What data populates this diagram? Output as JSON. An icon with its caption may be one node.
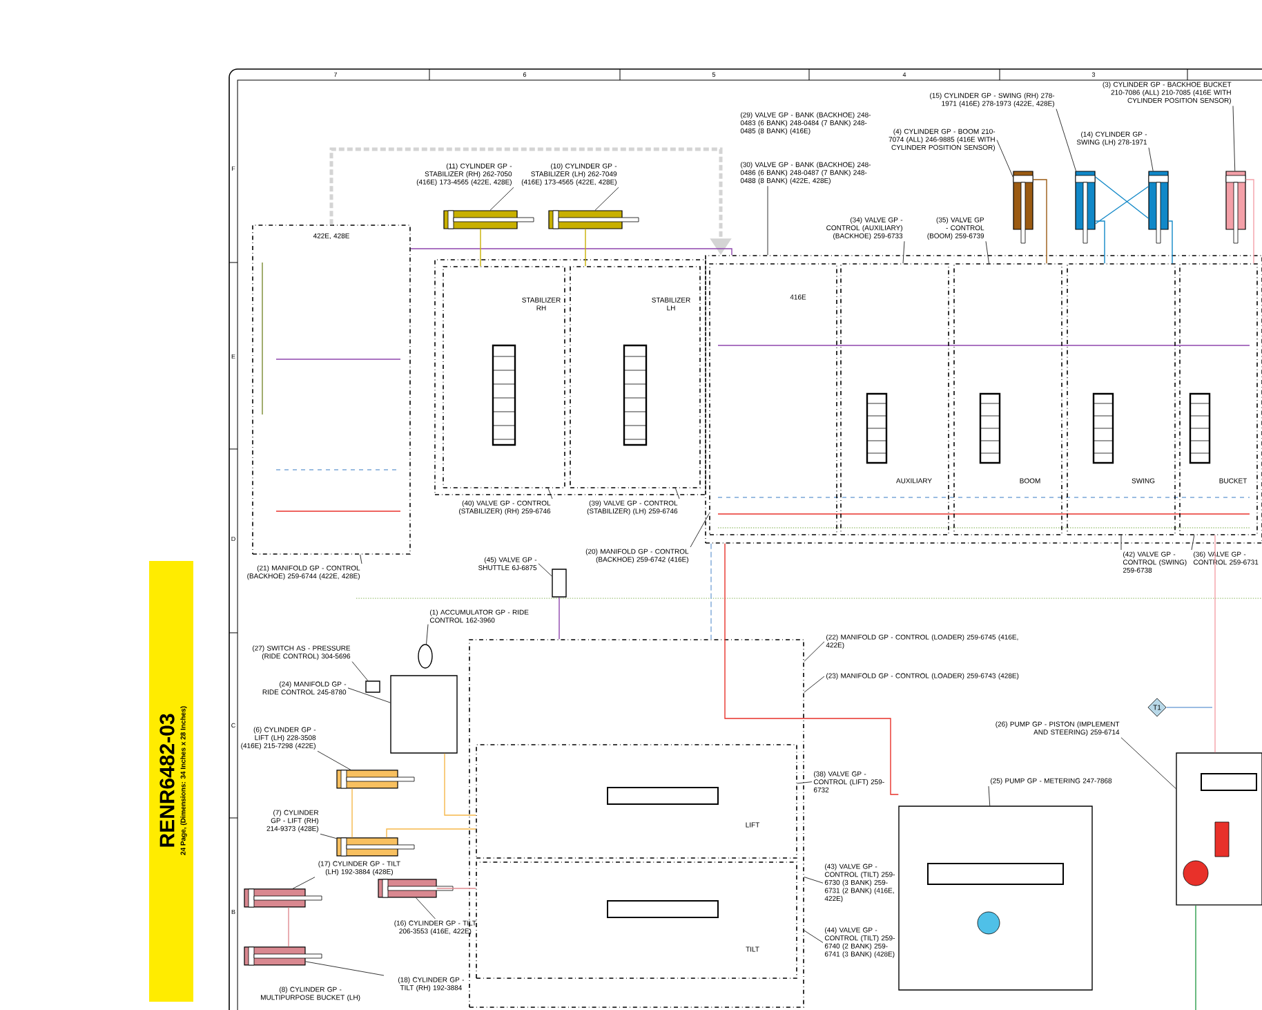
{
  "diagram": {
    "nodes": [
      {
        "text": [
          "(11) CYLINDER GP - STABILIZER (RH) 262-7050 (416E) 173-4565 (422E, 428E)"
        ]
      },
      {
        "text": [
          "(10) CYLINDER GP - STABILIZER (LH) 262-7049 (416E) 173-4565 (422E, 428E)"
        ]
      },
      {
        "text": [
          "(29) VALVE GP - BANK (BACKHOE) 248-0483 (6 BANK) 248-0484 (7 BANK) 248-0485 (8 BANK) (416E)"
        ]
      },
      {
        "text": [
          "(30) VALVE GP - BANK (BACKHOE) 248-0486 (6 BANK) 248-0487 (7 BANK) 248-0488 (8 BANK) (422E, 428E)"
        ]
      },
      {
        "text": [
          "(4) CYLINDER GP - BOOM 210-7074 (ALL) 246-9885 (416E WITH CYLINDER POSITION SENSOR)"
        ]
      },
      {
        "text": [
          "(15) CYLINDER GP - SWING (RH) 278-1971 (416E) 278-1973 (422E, 428E)"
        ]
      },
      {
        "text": [
          "(14) CYLINDER GP - SWING (LH) 278-1971"
        ]
      },
      {
        "text": [
          "(3) CYLINDER GP - BACKHOE BUCKET 210-7086 (ALL) 210-7085 (416E WITH CYLINDER POSITION SENSOR)"
        ]
      },
      {
        "text": [
          "(34) VALVE GP - CONTROL (AUXILIARY) (BACKHOE) 259-6733"
        ]
      },
      {
        "text": [
          "(35) VALVE GP - CONTROL (BOOM) 259-6739"
        ]
      },
      {
        "text": [
          "(40) VALVE GP - CONTROL (STABILIZER) (RH) 259-6746"
        ]
      },
      {
        "text": [
          "(39) VALVE GP - CONTROL (STABILIZER) (LH) 259-6746"
        ]
      },
      {
        "text": [
          "(21) MANIFOLD GP - CONTROL (BACKHOE) 259-6744 (422E, 428E)"
        ]
      },
      {
        "text": [
          "(20) MANIFOLD GP - CONTROL (BACKHOE) 259-6742 (416E)"
        ]
      },
      {
        "text": [
          "(45) VALVE GP - SHUTTLE 6J-6875"
        ]
      },
      {
        "text": [
          "(42) VALVE GP - CONTROL (SWING) 259-6738"
        ]
      },
      {
        "text": [
          "(36) VALVE GP - CONTROL 259-6731"
        ]
      },
      {
        "text": [
          "(1) ACCUMULATOR GP - RIDE CONTROL 162-3960"
        ]
      },
      {
        "text": [
          "(27) SWITCH AS - PRESSURE (RIDE CONTROL) 304-5696"
        ]
      },
      {
        "text": [
          "(24) MANIFOLD GP - RIDE CONTROL 245-8780"
        ]
      },
      {
        "text": [
          "(6) CYLINDER GP - LIFT (LH) 228-3508 (416E) 215-7298 (422E)"
        ]
      },
      {
        "text": [
          "(7) CYLINDER GP - LIFT (RH) 214-9373 (428E)"
        ]
      },
      {
        "text": [
          "(17) CYLINDER GP - TILT (LH) 192-3884 (428E)"
        ]
      },
      {
        "text": [
          "(16) CYLINDER GP - TILT 206-3553 (416E, 422E)"
        ]
      },
      {
        "text": [
          "(18) CYLINDER GP - TILT (RH) 192-3884"
        ]
      },
      {
        "text": [
          "(8) CYLINDER GP - MULTIPURPOSE BUCKET (LH)"
        ]
      },
      {
        "text": [
          "(22) MANIFOLD GP - CONTROL (LOADER) 259-6745 (416E, 422E)"
        ]
      },
      {
        "text": [
          "(23) MANIFOLD GP - CONTROL (LOADER) 259-6743 (428E)"
        ]
      },
      {
        "text": [
          "(38) VALVE GP - CONTROL (LIFT) 259-6732"
        ]
      },
      {
        "text": [
          "(25) PUMP GP - METERING 247-7868"
        ]
      },
      {
        "text": [
          "(26) PUMP GP - PISTON (IMPLEMENT AND STEERING) 259-6714"
        ]
      },
      {
        "text": [
          "(43) VALVE GP - CONTROL (TILT) 259-6730 (3 BANK) 259-6731 (2 BANK) (416E, 422E)"
        ]
      },
      {
        "text": [
          "(44) VALVE GP - CONTROL (TILT) 259-6740 (2 BANK) 259-6741 (3 BANK) (428E)"
        ]
      },
      {
        "text": [],
        "shape": "cylinder"
      },
      {
        "text": [],
        "shape": "cylinder"
      },
      {
        "text": [],
        "shape": "cylinder"
      },
      {
        "text": [],
        "shape": "cylinder"
      },
      {
        "text": [],
        "shape": "cylinder"
      },
      {
        "text": [],
        "shape": "cylinder"
      },
      {
        "text": [
          "422E, 428E"
        ]
      },
      {
        "text": [],
        "shape": "box"
      },
      {
        "text": [
          "STABILIZER RH"
        ],
        "in": 40
      },
      {
        "text": [
          "STABILIZER LH"
        ],
        "in": 40
      },
      {
        "text": [],
        "shape": "box"
      },
      {
        "text": [
          "416E"
        ],
        "in": 43
      },
      {
        "text": [
          "AUXILIARY"
        ],
        "in": 43
      },
      {
        "text": [
          "BOOM"
        ],
        "in": 43
      },
      {
        "text": [
          "SWING"
        ],
        "in": 43
      },
      {
        "text": [
          "BUCKET"
        ],
        "in": 43
      },
      {
        "text": [],
        "shape": "box"
      },
      {
        "text": [],
        "shape": "circle"
      },
      {
        "text": [],
        "shape": "box"
      },
      {
        "text": [],
        "shape": "box"
      },
      {
        "text": [],
        "shape": "cylinder"
      },
      {
        "text": [],
        "shape": "cylinder"
      },
      {
        "text": [],
        "shape": "cylinder"
      },
      {
        "text": [],
        "shape": "cylinder"
      },
      {
        "text": [],
        "shape": "cylinder"
      },
      {
        "text": [],
        "shape": "box"
      },
      {
        "text": [
          "LIFT"
        ],
        "in": 58
      },
      {
        "text": [
          "TILT"
        ],
        "in": 58
      },
      {
        "text": [],
        "shape": "box"
      },
      {
        "text": [],
        "shape": "box"
      },
      {
        "text": [
          "T1"
        ]
      }
    ],
    "edges": [
      {
        "from": 0,
        "to": 33,
        "arrow": "none"
      },
      {
        "from": 1,
        "to": 34,
        "arrow": "none"
      },
      {
        "from": 3,
        "to": 43,
        "arrow": "none"
      },
      {
        "from": 4,
        "to": 35,
        "arrow": "none"
      },
      {
        "from": 5,
        "to": 36,
        "arrow": "none"
      },
      {
        "from": 6,
        "to": 37,
        "arrow": "none"
      },
      {
        "from": 7,
        "to": 38,
        "arrow": "none"
      },
      {
        "from": 8,
        "to": 45,
        "arrow": "none"
      },
      {
        "from": 9,
        "to": 46,
        "arrow": "none"
      },
      {
        "from": 10,
        "to": 41,
        "arrow": "none"
      },
      {
        "from": 11,
        "to": 42,
        "arrow": "none"
      },
      {
        "from": 12,
        "to": 39,
        "arrow": "none"
      },
      {
        "from": 13,
        "to": 44,
        "arrow": "none"
      },
      {
        "from": 14,
        "to": 49,
        "arrow": "none"
      },
      {
        "from": 15,
        "to": 47,
        "arrow": "none"
      },
      {
        "from": 16,
        "to": 48,
        "arrow": "none"
      },
      {
        "from": 17,
        "to": 50,
        "arrow": "none"
      },
      {
        "from": 18,
        "to": 51,
        "arrow": "none"
      },
      {
        "from": 19,
        "to": 52,
        "arrow": "none"
      },
      {
        "from": 20,
        "to": 53,
        "arrow": "none"
      },
      {
        "from": 21,
        "to": 54,
        "arrow": "none"
      },
      {
        "from": 22,
        "to": 55,
        "arrow": "none"
      },
      {
        "from": 23,
        "to": 56,
        "arrow": "none"
      },
      {
        "from": 24,
        "to": 57,
        "arrow": "none"
      },
      {
        "from": 26,
        "to": 58,
        "arrow": "none"
      },
      {
        "from": 27,
        "to": 58,
        "arrow": "none"
      },
      {
        "from": 28,
        "to": 59,
        "arrow": "none"
      },
      {
        "from": 29,
        "to": 61,
        "arrow": "none"
      },
      {
        "from": 30,
        "to": 62,
        "arrow": "none"
      },
      {
        "from": 31,
        "to": 58,
        "arrow": "none"
      },
      {
        "from": 32,
        "to": 58,
        "arrow": "none"
      },
      {
        "from": 39,
        "to": 43,
        "arrow": "to",
        "style": "dashed",
        "color": "#d4d4d4"
      },
      {
        "from": 39,
        "to": 43,
        "arrow": "none",
        "color": "#8e44ad"
      },
      {
        "from": 43,
        "to": 58,
        "arrow": "none",
        "style": "dashed",
        "color": "#7aa6d8"
      },
      {
        "from": 49,
        "to": 58,
        "arrow": "none",
        "color": "#8e44ad"
      },
      {
        "from": 35,
        "to": 46,
        "arrow": "none",
        "color": "#9b5b13"
      },
      {
        "from": 36,
        "to": 47,
        "arrow": "none",
        "color": "#1188c8"
      },
      {
        "from": 37,
        "to": 47,
        "arrow": "none",
        "color": "#1188c8"
      },
      {
        "from": 36,
        "to": 37,
        "arrow": "none",
        "color": "#1188c8"
      },
      {
        "from": 36,
        "to": 37,
        "arrow": "none",
        "color": "#1188c8"
      },
      {
        "from": 38,
        "to": 48,
        "arrow": "none",
        "color": "#f4a0a8"
      },
      {
        "from": 33,
        "to": 41,
        "arrow": "none",
        "color": "#c8b000"
      },
      {
        "from": 34,
        "to": 42,
        "arrow": "none",
        "color": "#c8b000"
      },
      {
        "from": 52,
        "to": 59,
        "arrow": "none",
        "color": "#f6b84a"
      },
      {
        "from": 54,
        "to": 59,
        "arrow": "none",
        "color": "#f6b84a"
      },
      {
        "from": 53,
        "to": 54,
        "arrow": "none",
        "color": "#f6b84a"
      },
      {
        "from": 55,
        "to": 57,
        "arrow": "none",
        "color": "#e08a90"
      },
      {
        "from": 56,
        "to": 60,
        "arrow": "none",
        "color": "#e08a90"
      },
      {
        "from": 43,
        "to": 61,
        "arrow": "none",
        "color": "#e8312a"
      },
      {
        "from": 48,
        "to": 62,
        "arrow": "none",
        "color": "#f4a0a8"
      },
      {
        "from": 62,
        "to": null,
        "arrow": "none",
        "color": "#2a9d4a"
      },
      {
        "from": 63,
        "to": null,
        "arrow": "none",
        "color": "#7aa6d8"
      }
    ],
    "labels": [
      "7",
      "6",
      "5",
      "4",
      "3",
      "F",
      "E",
      "D",
      "C",
      "B",
      "RENR6482-03",
      "24 Page, (Dimensions: 34 Inches x 28 Inches)"
    ]
  }
}
